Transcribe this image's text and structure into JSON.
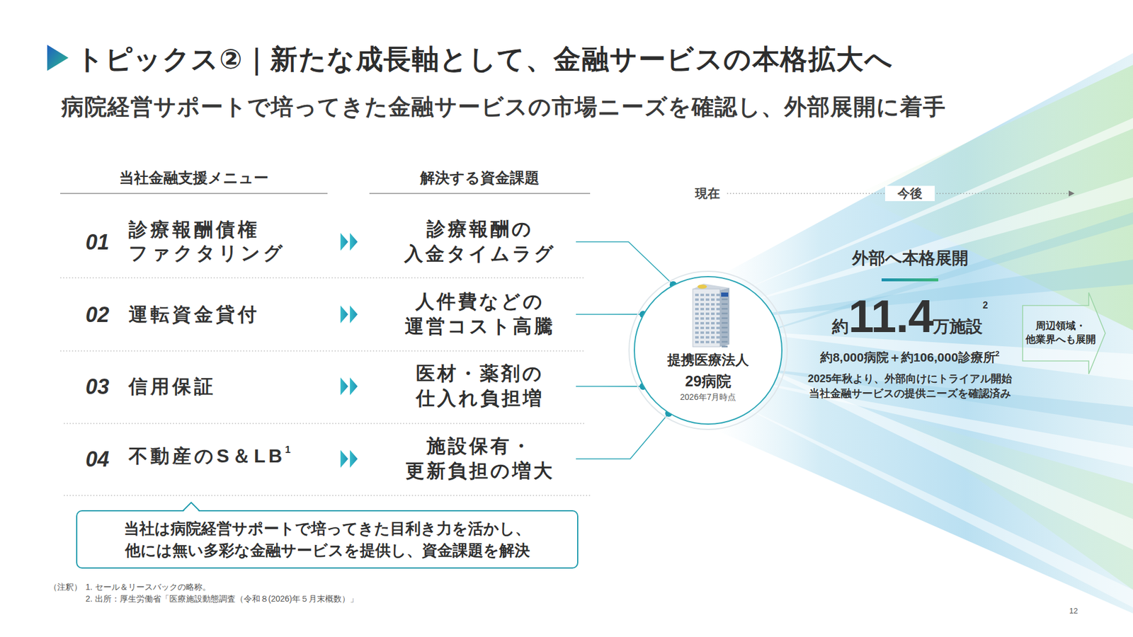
{
  "diagram": {
    "title": "トピックス②｜新たな成長軸として、金融サービスの本格拡大へ",
    "nodes": [
      {
        "text": [
          "診療報酬の 入金タイムラグ"
        ]
      },
      {
        "text": [
          "人件費などの 運営コスト高騰"
        ]
      },
      {
        "text": [
          "医材・薬剤の 仕入れ負担増"
        ]
      },
      {
        "text": [
          "施設保有・ 更新負担の増大"
        ]
      },
      {
        "text": [
          "提携医療法人",
          "29病院",
          "2026年7月時点"
        ]
      },
      {
        "text": [
          "当社は病院経営サポートで培ってきた目利き力を活かし、 他には無い多彩な金融サービスを提供し、資金課題を解決"
        ]
      },
      {
        "text": [
          "周辺領域・ 他業界へも展開"
        ]
      }
    ],
    "edges": [
      {
        "from": 0,
        "to": 4,
        "arrow": "none"
      },
      {
        "from": 1,
        "to": 4,
        "arrow": "none"
      },
      {
        "from": 2,
        "to": 4,
        "arrow": "none"
      },
      {
        "from": 3,
        "to": 4,
        "arrow": "none"
      }
    ],
    "labels": [
      "病院経営サポートで培ってきた金融サービスの市場ニーズを確認し、外部展開に着手",
      "当社金融支援メニュー",
      "解決する資金課題",
      "01",
      "診療報酬債権 ファクタリング",
      "02",
      "運転資金貸付",
      "03",
      "信用保証",
      "04",
      "不動産のS＆LB",
      "1",
      "現在",
      "今後",
      "外部へ本格展開",
      "約",
      "11.4",
      "万施設",
      "2",
      "約8,000病院＋約106,000診療所",
      "2",
      "2025年秋より、外部向けにトライアル開始",
      "当社金融サービスの提供ニーズを確認済み",
      "（注釈）",
      "1. セール＆リースバックの略称。",
      "2. 出所：厚生労働省「医療施設動態調査（令和８(2026)年５月末概数）」",
      "12"
    ]
  }
}
